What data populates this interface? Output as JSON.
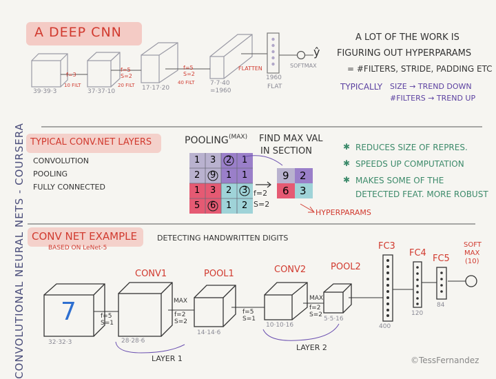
{
  "side_title": "CONVOLUTIONAL NEURAL NETS - COURSERA",
  "signature": "©TessFernandez",
  "section1": {
    "title": "A DEEP CNN",
    "boxes": [
      {
        "label": "39·39·3"
      },
      {
        "label": "37·37·10"
      },
      {
        "label": "17·17·20"
      },
      {
        "label": "7·7·40"
      }
    ],
    "box4_sub": "=1960",
    "steps": [
      {
        "f": "f=3",
        "extra": "",
        "filt": "10 FILT"
      },
      {
        "f": "f=5",
        "extra": "S=2",
        "filt": "20 FILT"
      },
      {
        "f": "f=5",
        "extra": "S=2",
        "filt": "40 FILT"
      }
    ],
    "flatten": "FLATTEN",
    "flat_num": "1960",
    "flat_label": "FLAT",
    "softmax": "SOFTMAX",
    "yhat": "ŷ",
    "notes": [
      "A LOT OF THE WORK IS",
      "FIGURING OUT HYPERPARAMS",
      "= #FILTERS, STRIDE, PADDING ETC"
    ],
    "typically": "TYPICALLY",
    "trend1": "SIZE → TREND DOWN",
    "trend2": "#FILTERS → TREND UP"
  },
  "section2": {
    "title": "TYPICAL CONV.NET LAYERS",
    "layers": [
      "CONVOLUTION",
      "POOLING",
      "FULLY CONNECTED"
    ],
    "pool_title": "POOLING",
    "pool_max": "(MAX)",
    "find1": "FIND MAX VAL",
    "find2": "IN SECTION",
    "grid": [
      [
        "1",
        "3",
        "2",
        "1"
      ],
      [
        "2",
        "9",
        "1",
        "1"
      ],
      [
        "1",
        "3",
        "2",
        "3"
      ],
      [
        "5",
        "6",
        "1",
        "2"
      ]
    ],
    "out": [
      [
        "9",
        "2"
      ],
      [
        "6",
        "3"
      ]
    ],
    "f": "f=2",
    "s": "S=2",
    "hyper": "HYPERPARAMS",
    "benefits": [
      "REDUCES SIZE OF REPRES.",
      "SPEEDS UP COMPUTATION",
      "MAKES SOME OF THE",
      "DETECTED FEAT. MORE ROBUST"
    ],
    "star": "✱"
  },
  "section3": {
    "title": "CONV NET EXAMPLE",
    "based": "BASED ON LeNet-5",
    "detecting": "DETECTING HANDWRITTEN DIGITS",
    "digit": "7",
    "conv1": "CONV1",
    "pool1": "POOL1",
    "conv2": "CONV2",
    "pool2": "POOL2",
    "fc3": "FC3",
    "fc4": "FC4",
    "fc5": "FC5",
    "soft1": "SOFT",
    "soft2": "MAX",
    "soft3": "(10)",
    "dims": [
      "32·32·3",
      "28·28·6",
      "14·14·6",
      "10·10·16",
      "5·5·16"
    ],
    "fcdims": [
      "400",
      "120",
      "84"
    ],
    "s1a": "f=5",
    "s1b": "S=1",
    "max1": "MAX",
    "s2a": "f=2",
    "s2b": "S=2",
    "s3a": "f=5",
    "s3b": "S=1",
    "max2": "MAX",
    "s4a": "f=2",
    "s4b": "S=2",
    "layer1": "LAYER 1",
    "layer2": "LAYER 2"
  }
}
